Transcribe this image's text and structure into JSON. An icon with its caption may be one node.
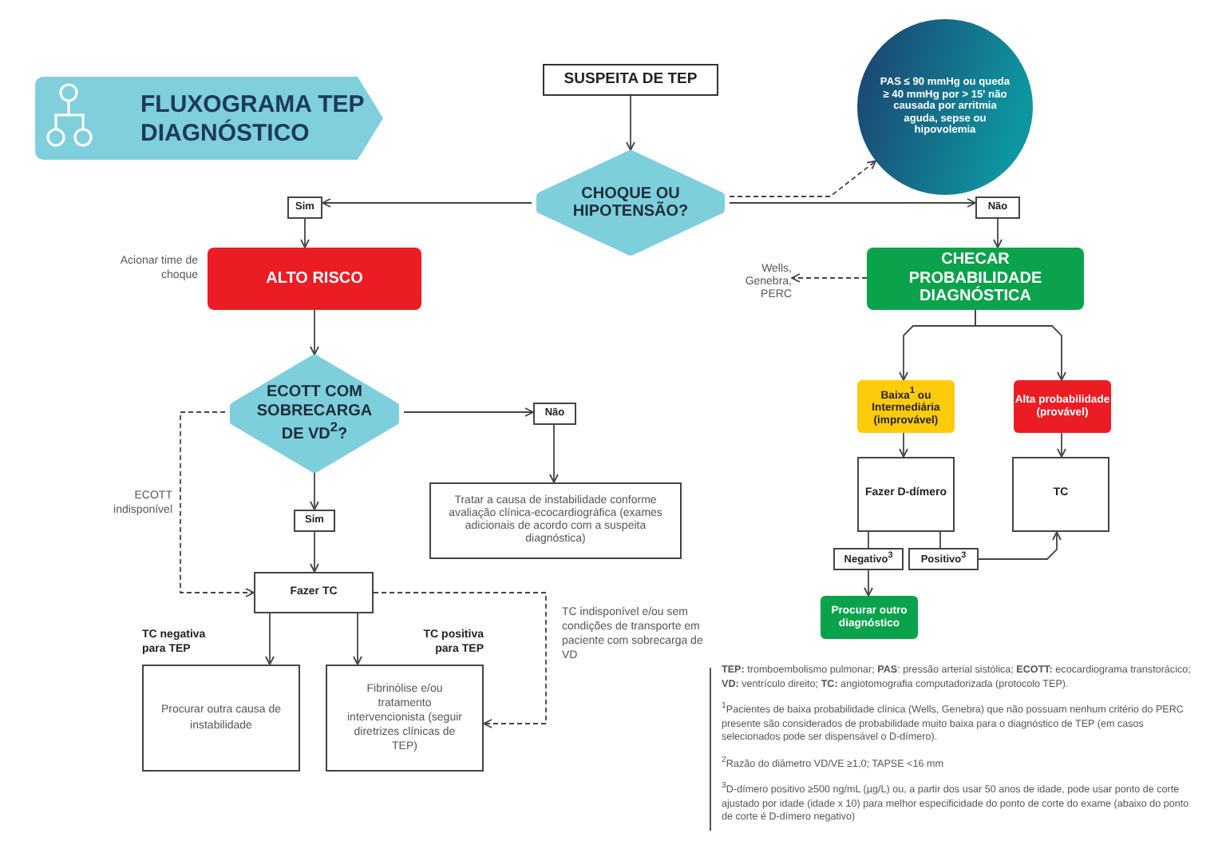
{
  "diagram": {
    "title": "FLUXOGRAMA TEP DIAGNÓSTICO",
    "nodes": [
      {
        "text": [
          "SUSPEITA DE TEP"
        ]
      },
      {
        "text": [
          "CHOQUE OU HIPOTENSÃO?"
        ]
      },
      {
        "text": [
          "PAS ≤ 90 mmHg ou queda ≥ 40 mmHg por > 15' não causada por arritmia aguda, sepse ou hipovolemia"
        ]
      },
      {
        "text": [
          "Sim"
        ]
      },
      {
        "text": [
          "Não"
        ]
      },
      {
        "text": [
          "ALTO RISCO"
        ],
        "beside": [
          "Acionar time de choque"
        ]
      },
      {
        "text": [
          "CHECAR PROBABILIDADE DIAGNÓSTICA"
        ]
      },
      {
        "text": [
          "Wells, Genebra, PERC"
        ]
      },
      {
        "text": [
          "ECOTT COM SOBRECARGA DE VD$^{2}$?"
        ]
      },
      {
        "text": [
          "Não"
        ]
      },
      {
        "text": [
          "Tratar a causa de instabilidade conforme avaliação clínica-ecocardiográfica (exames adicionais de acordo com a suspeita diagnóstica)"
        ]
      },
      {
        "text": [
          "Sim"
        ]
      },
      {
        "text": [
          "Fazer TC"
        ]
      },
      {
        "text": [
          "TC negativa para TEP",
          "Procurar outra causa de instabilidade"
        ]
      },
      {
        "text": [
          "TC positiva para TEP",
          "Fibrinólise e/ou tratamento intervencionista (seguir diretrizes clínicas de TEP)"
        ]
      },
      {
        "text": [
          "Baixa$^{1}$ ou Intermediária (improvável)"
        ]
      },
      {
        "text": [
          "Alta probabilidade (provável)"
        ]
      },
      {
        "text": [
          "Fazer D-dímero"
        ]
      },
      {
        "text": [
          "TC"
        ]
      },
      {
        "text": [
          "Negativo$^{3}$"
        ]
      },
      {
        "text": [
          "Positivo$^{3}$"
        ]
      },
      {
        "text": [
          "Procurar outro diagnóstico"
        ]
      }
    ],
    "edges": [
      {
        "from": 0,
        "to": 1,
        "arrow": "to"
      },
      {
        "from": 1,
        "to": 2,
        "arrow": "to",
        "style": "dashed"
      },
      {
        "from": 1,
        "to": 3,
        "arrow": "to"
      },
      {
        "from": 1,
        "to": 4,
        "arrow": "to"
      },
      {
        "from": 3,
        "to": 5,
        "arrow": "to"
      },
      {
        "from": 4,
        "to": 6,
        "arrow": "to"
      },
      {
        "from": 6,
        "to": 7,
        "arrow": "to",
        "style": "dashed"
      },
      {
        "from": 5,
        "to": 8,
        "arrow": "to"
      },
      {
        "from": 8,
        "to": 9,
        "arrow": "to"
      },
      {
        "from": 9,
        "to": 10,
        "arrow": "to"
      },
      {
        "from": 8,
        "to": 11,
        "arrow": "to"
      },
      {
        "from": 11,
        "to": 12,
        "arrow": "to"
      },
      {
        "from": 8,
        "to": 12,
        "arrow": "to",
        "style": "dashed",
        "label": "ECOTT indisponível"
      },
      {
        "from": 12,
        "to": 13,
        "arrow": "to"
      },
      {
        "from": 12,
        "to": 14,
        "arrow": "to"
      },
      {
        "from": 12,
        "to": 14,
        "arrow": "to",
        "style": "dashed",
        "label": "TC indisponível e/ou sem condições de transporte em paciente com sobrecarga de VD"
      },
      {
        "from": 6,
        "to": 15,
        "arrow": "to"
      },
      {
        "from": 6,
        "to": 16,
        "arrow": "to"
      },
      {
        "from": 15,
        "to": 17,
        "arrow": "to"
      },
      {
        "from": 16,
        "to": 18,
        "arrow": "to"
      },
      {
        "from": 17,
        "to": 19,
        "arrow": "none"
      },
      {
        "from": 17,
        "to": 20,
        "arrow": "none"
      },
      {
        "from": 19,
        "to": 21,
        "arrow": "to"
      },
      {
        "from": 20,
        "to": 18,
        "arrow": "to"
      }
    ],
    "labels": [
      "**TEP:** tromboembolismo pulmonar; **PAS**: pressão arterial sistólica; **ECOTT:** ecocardiograma transtorácico; **VD:** ventrículo direito; **TC:** angiotomografia computadorizada (protocolo TEP).",
      "$^{1}$Pacientes de baixa probabilidade clínica (Wells, Genebra) que não possuam nenhum critério do PERC presente são considerados de probabilidade muito baixa para o diagnóstico de TEP (em casos selecionados pode ser dispensável o D-dímero).",
      "$^{2}$Razão do diâmetro VD/VE ≥1,0; TAPSE <16 mm",
      "$^{3}$D-dímero positivo ≥500 ng/mL (µg/L) ou, a partir dos usar 50 anos de idade, pode usar ponto de corte ajustado por idade (idade x 10) para melhor especificidade do ponto de corte do exame (abaixo do ponto de corte é D-dímero negativo)"
    ]
  }
}
